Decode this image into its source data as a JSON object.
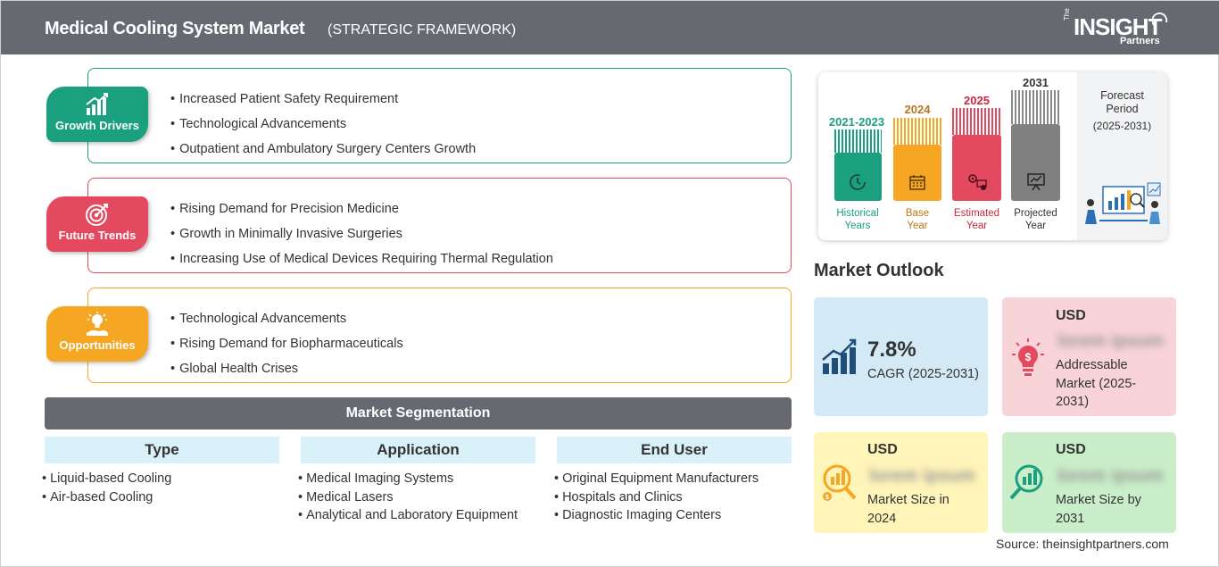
{
  "header": {
    "title": "Medical Cooling System Market",
    "subtitle": "(STRATEGIC FRAMEWORK)",
    "logo": {
      "the": "The",
      "word": "INSIGHT",
      "partners": "Partners"
    }
  },
  "framework": {
    "growth_drivers": {
      "label": "Growth Drivers",
      "color": "#1aa07e",
      "icon": "bar-chart-growth-icon",
      "items": [
        "Increased Patient Safety Requirement",
        "Technological Advancements",
        "Outpatient and Ambulatory Surgery Centers Growth"
      ]
    },
    "future_trends": {
      "label": "Future Trends",
      "color": "#e34a60",
      "icon": "target-icon",
      "items": [
        "Rising Demand for Precision Medicine",
        "Growth in Minimally Invasive Surgeries",
        "Increasing Use of Medical Devices Requiring Thermal Regulation"
      ]
    },
    "opportunities": {
      "label": "Opportunities",
      "color": "#f5a623",
      "icon": "lightbulb-hand-icon",
      "items": [
        "Technological Advancements",
        "Rising Demand for Biopharmaceuticals",
        "Global Health Crises"
      ]
    }
  },
  "segmentation": {
    "title": "Market Segmentation",
    "columns": [
      {
        "heading": "Type",
        "items": [
          "Liquid-based Cooling",
          "Air-based Cooling"
        ]
      },
      {
        "heading": "Application",
        "items": [
          "Medical Imaging Systems",
          "Medical Lasers",
          "Analytical and Laboratory Equipment"
        ]
      },
      {
        "heading": "End User",
        "items": [
          "Original Equipment Manufacturers",
          "Hospitals and Clinics",
          "Diagnostic Imaging Centers"
        ]
      }
    ]
  },
  "timeline": {
    "periods": [
      {
        "year": "2021-2023",
        "label_line1": "Historical",
        "label_line2": "Years",
        "color": "#1aa07e",
        "icon": "history-clock-icon"
      },
      {
        "year": "2024",
        "label_line1": "Base",
        "label_line2": "Year",
        "color": "#f5a623",
        "icon": "calendar-icon"
      },
      {
        "year": "2025",
        "label_line1": "Estimated",
        "label_line2": "Year",
        "color": "#e34a60",
        "icon": "estimate-gears-icon"
      },
      {
        "year": "2031",
        "label_line1": "Projected",
        "label_line2": "Year",
        "color": "#808080",
        "icon": "projection-board-icon"
      }
    ],
    "forecast": {
      "title_line1": "Forecast",
      "title_line2": "Period",
      "range": "(2025-2031)"
    }
  },
  "outlook": {
    "title": "Market Outlook",
    "cagr": {
      "value": "7.8%",
      "label": "CAGR (2025-2031)",
      "icon": "growth-chart-icon"
    },
    "addressable": {
      "currency": "USD",
      "value": "lorem ipsum",
      "label": "Addressable Market (2025-2031)",
      "icon": "lightbulb-dollar-icon"
    },
    "size_2024": {
      "currency": "USD",
      "value": "lorem ipsum",
      "label": "Market Size in 2024",
      "icon": "magnifier-coins-icon"
    },
    "size_2031": {
      "currency": "USD",
      "value": "lorem ipsum",
      "label": "Market Size by 2031",
      "icon": "magnifier-chart-icon"
    }
  },
  "source": "Source: theinsightpartners.com"
}
